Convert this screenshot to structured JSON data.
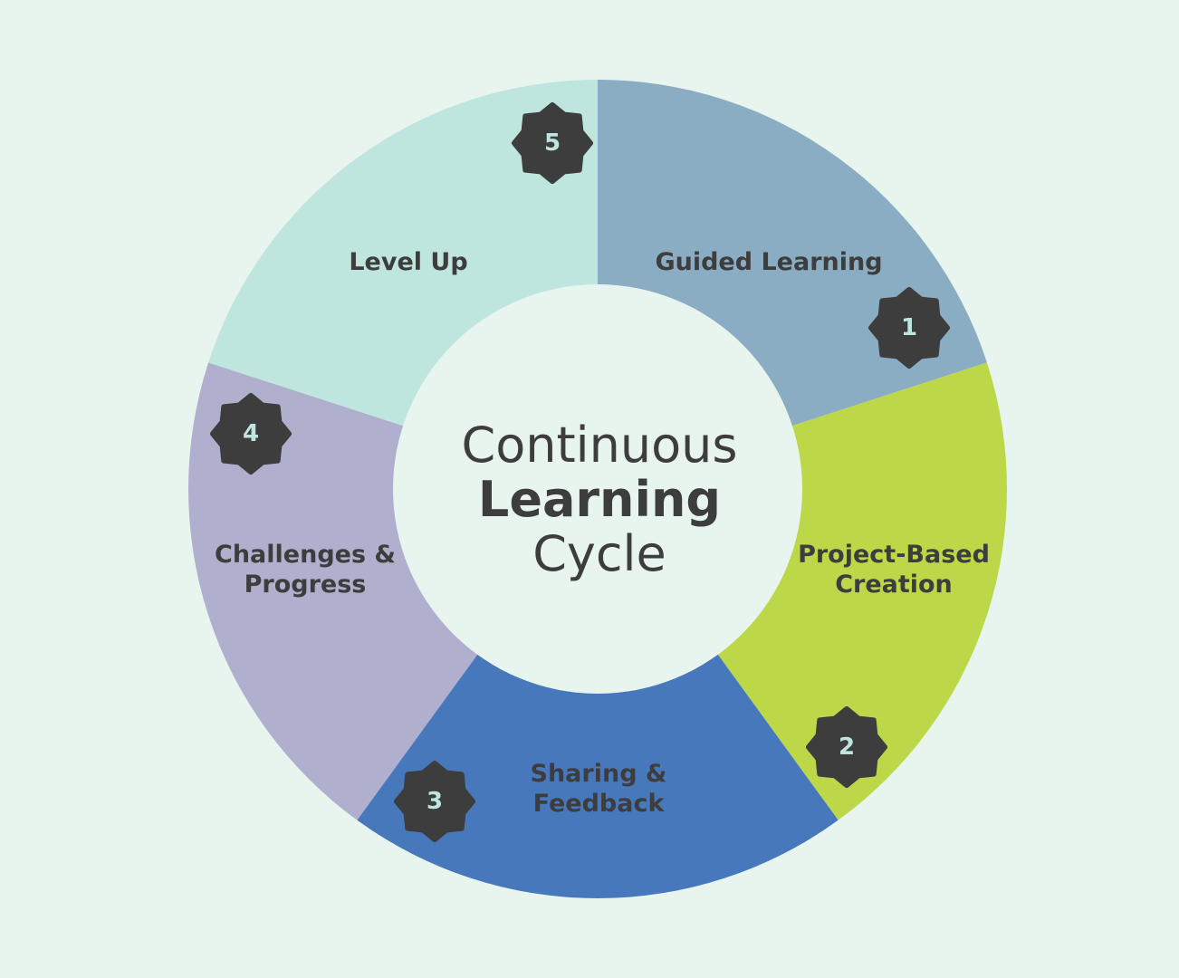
{
  "title": {
    "line1": "Continuous",
    "line2": "Learning",
    "line3": "Cycle"
  },
  "colors": {
    "background": "#e8f5ee",
    "center": "#e8f5ee",
    "badge": "#3d3d3d",
    "badge_text": "#bfe6de",
    "text": "#3d3d3d"
  },
  "segments": [
    {
      "number": "1",
      "lines": [
        "Guided Learning"
      ],
      "color": "#8aadc4"
    },
    {
      "number": "2",
      "lines": [
        "Project-Based",
        "Creation"
      ],
      "color": "#bcd848"
    },
    {
      "number": "3",
      "lines": [
        "Sharing &",
        "Feedback"
      ],
      "color": "#4878bc"
    },
    {
      "number": "4",
      "lines": [
        "Challenges &",
        "Progress"
      ],
      "color": "#b0b0ce"
    },
    {
      "number": "5",
      "lines": [
        "Level Up"
      ],
      "color": "#bfe6de"
    }
  ]
}
